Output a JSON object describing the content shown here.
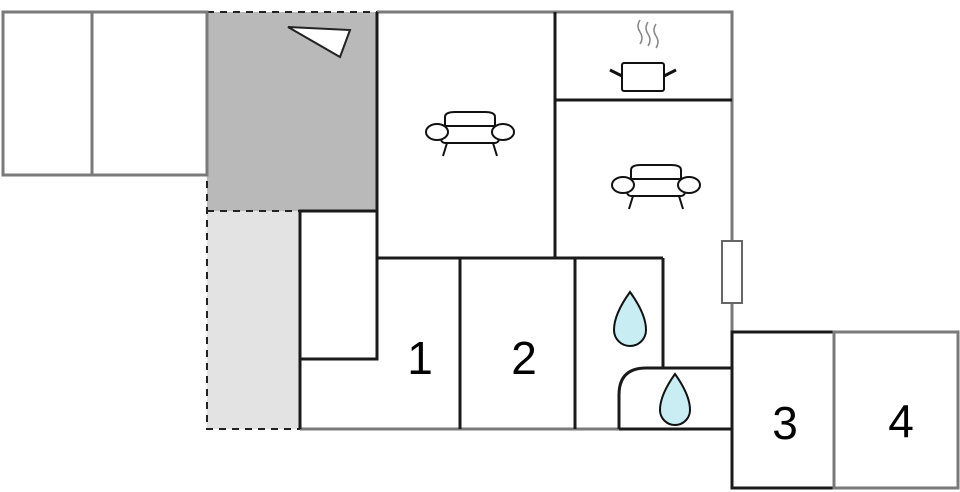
{
  "floorplan": {
    "room_labels": [
      "1",
      "2",
      "3",
      "4"
    ],
    "colors": {
      "terrace_dark": "#b9b9b9",
      "terrace_light": "#e3e3e3",
      "water_drop": "#c8edf2",
      "wall": "#1a1a1a",
      "outer_wall": "#7a7a7a"
    },
    "icons": [
      "compass-icon",
      "sofa-icon",
      "cooking-pot-icon",
      "water-drop-icon",
      "window-icon"
    ]
  }
}
